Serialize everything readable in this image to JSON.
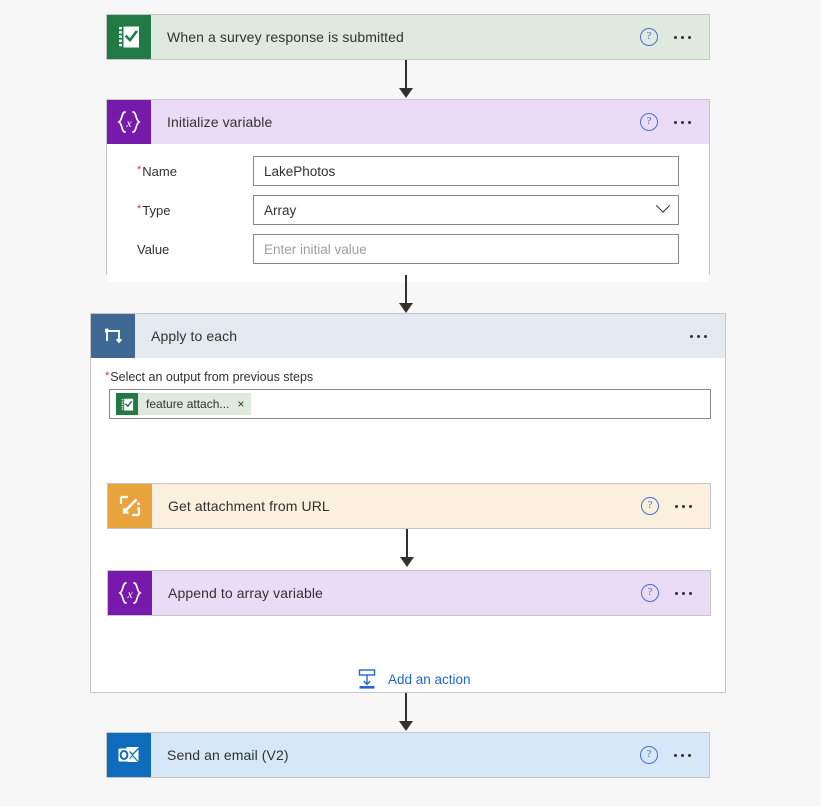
{
  "canvas": {
    "background": "#f7f7f7"
  },
  "flow": {
    "trigger": {
      "title": "When a survey response is submitted",
      "icon": "microsoft-forms-icon",
      "tile_color": "#217a46",
      "card_color": "#dfeade",
      "help_label": "?"
    },
    "initialize_variable": {
      "title": "Initialize variable",
      "icon": "variable-braces-icon",
      "tile_color": "#7719aa",
      "card_color": "#eadcf7",
      "help_label": "?",
      "fields": [
        {
          "label": "Name",
          "required": true,
          "value": "LakePhotos",
          "placeholder": "",
          "type": "text"
        },
        {
          "label": "Type",
          "required": true,
          "value": "Array",
          "placeholder": "",
          "type": "select"
        },
        {
          "label": "Value",
          "required": false,
          "value": "",
          "placeholder": "Enter initial value",
          "type": "text"
        }
      ]
    },
    "apply_to_each": {
      "title": "Apply to each",
      "icon": "loop-icon",
      "tile_color": "#3f6894",
      "header_color": "#e3e9ee",
      "output_field_label": "Select an output from previous steps",
      "output_field_required": true,
      "token": {
        "text": "feature attach...",
        "icon": "microsoft-forms-icon",
        "remove_label": "×"
      },
      "actions": [
        {
          "title": "Get attachment from URL",
          "icon": "http-convert-icon",
          "tile_color": "#e8a33d",
          "card_color": "#fbefdd",
          "help_label": "?"
        },
        {
          "title": "Append to array variable",
          "icon": "variable-braces-icon",
          "tile_color": "#7719aa",
          "card_color": "#eadcf7",
          "help_label": "?"
        }
      ],
      "add_action": {
        "label": "Add an action",
        "icon": "add-action-icon",
        "color": "#2266cc"
      }
    },
    "send_email": {
      "title": "Send an email (V2)",
      "icon": "outlook-icon",
      "tile_color": "#0f6cbd",
      "card_color": "#d6e8f7",
      "help_label": "?"
    }
  }
}
